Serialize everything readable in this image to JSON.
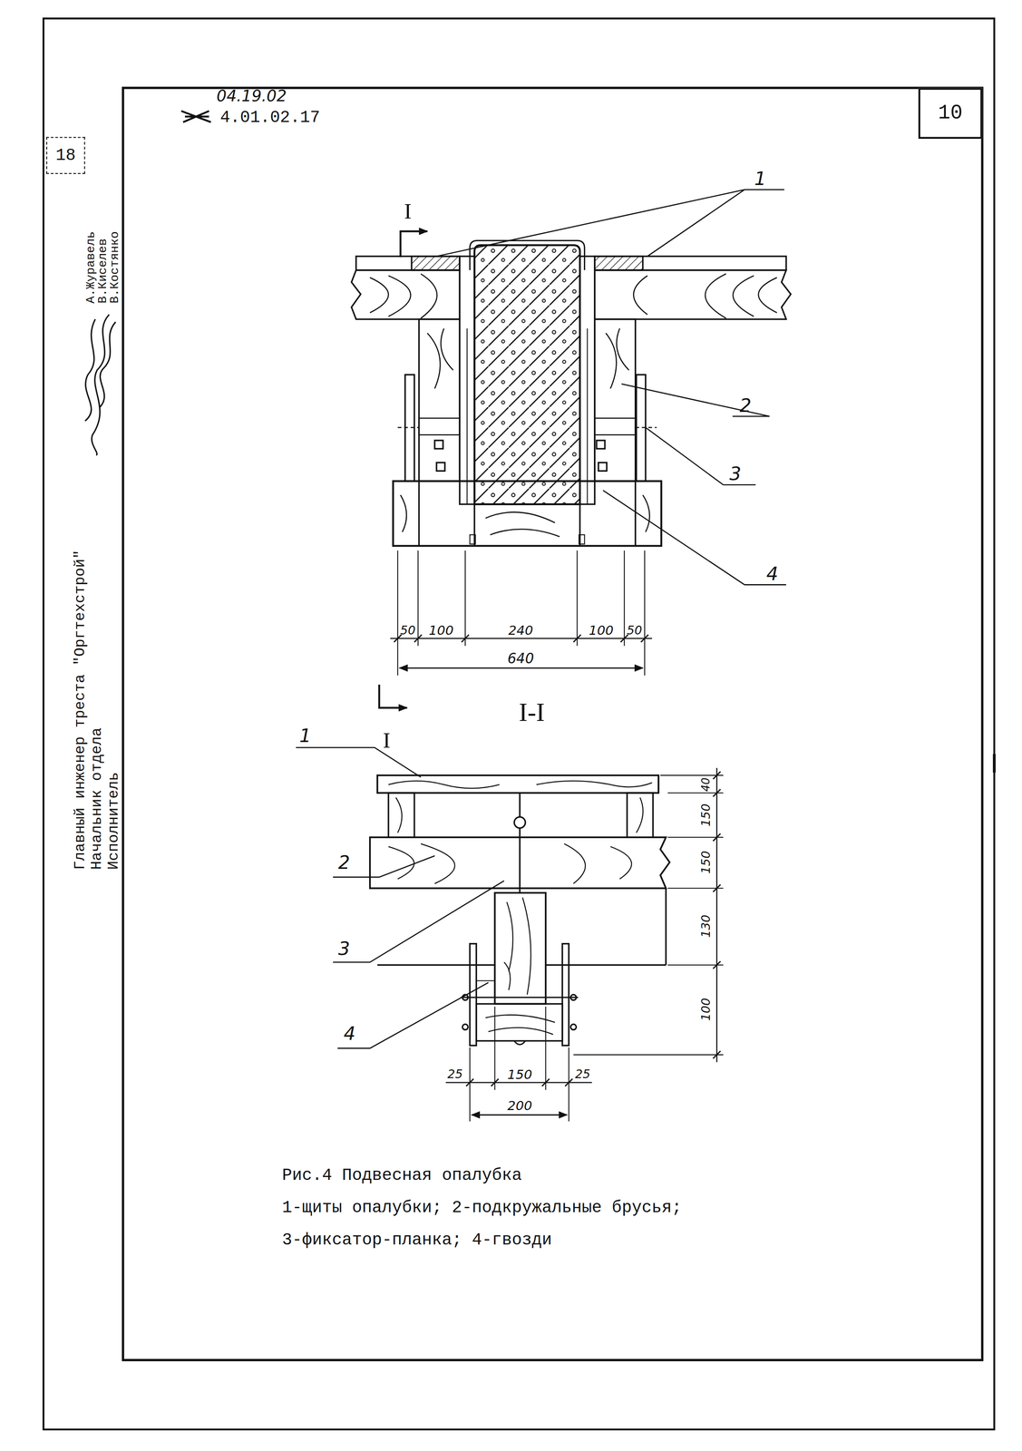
{
  "diagram": {
    "caption": "Рис.4 Подвесная опалубка",
    "nodes": [
      {
        "text": [
          "10"
        ]
      },
      {
        "text": [
          "18"
        ]
      }
    ],
    "labels": [
      "04.19.02",
      "4.01.02.17",
      "Главный инженер треста \"Оргтехстрой\"",
      "Начальник отдела",
      "Исполнитель",
      "А.Журавель",
      "В.Киселев",
      "В.Костянко",
      "I",
      "1",
      "2",
      "3",
      "4",
      "50",
      "100",
      "240",
      "100",
      "50",
      "640",
      "I",
      "I-I",
      "1",
      "40",
      "150",
      "150",
      "130",
      "100",
      "2",
      "3",
      "4",
      "25",
      "150",
      "25",
      "200",
      "1-щиты опалубки;  2-подкружальные брусья;",
      "3-фиксатор-планка; 4-гвозди"
    ]
  }
}
